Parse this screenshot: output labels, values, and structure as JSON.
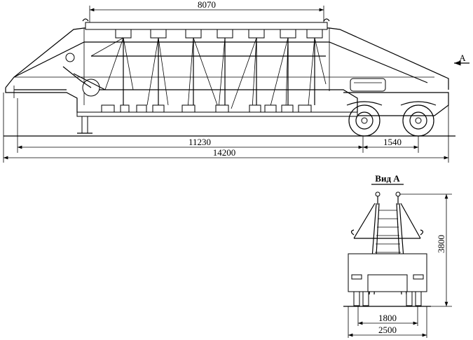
{
  "side_view": {
    "dims": {
      "roof_length": "8070",
      "wheelbase_to_front": "11230",
      "axle_spacing": "1540",
      "overall_length": "14200"
    },
    "view_marker": "A"
  },
  "rear_view": {
    "title": "Вид А",
    "dims": {
      "height": "3800",
      "track": "1800",
      "width": "2500"
    }
  }
}
